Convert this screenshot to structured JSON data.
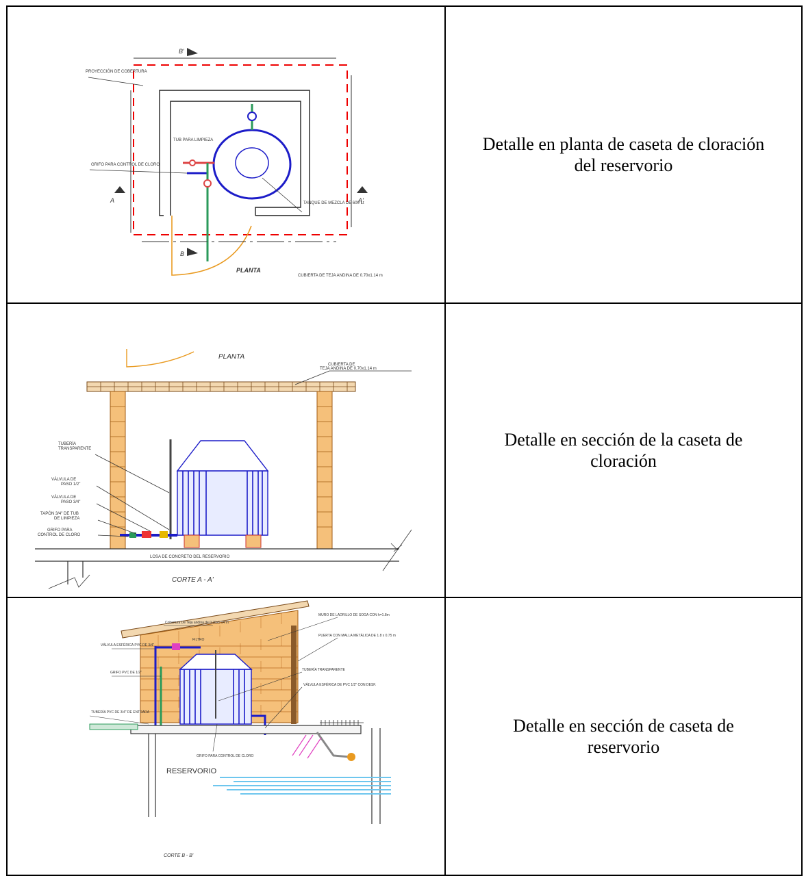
{
  "rows": [
    {
      "caption_line1": "Detalle en planta de caseta de cloración",
      "caption_line2": "del reservorio",
      "figure": {
        "title": "PLANTA",
        "labels": {
          "proyeccion": "PROYECCIÓN DE COBERTURA",
          "tub_limpieza": "TUB PARA LIMPIEZA",
          "grifo": "GRIFO PARA CONTROL DE CLORO",
          "tanque": "TANQUE DE MEZCLA DE 600 Lt",
          "cubierta": "CUBIERTA DE TEJA ANDINA DE 0.70x1.14 m",
          "cut_a": "A",
          "cut_a_prime": "A'",
          "cut_b": "B",
          "cut_b_prime": "B'"
        }
      }
    },
    {
      "caption_line1": "Detalle en sección de la caseta de",
      "caption_line2": "cloración",
      "figure": {
        "title_top": "PLANTA",
        "title": "CORTE A - A'",
        "labels": {
          "cubierta_1": "CUBIERTA DE",
          "cubierta_2": "TEJA ANDINA DE 0.70x1.14 m",
          "tuberia_1": "TUBERÍA",
          "tuberia_2": "TRANSPARENTE",
          "valvula_12_1": "VÁLVULA DE",
          "valvula_12_2": "PASO 1/2\"",
          "valvula_34_1": "VÁLVULA DE",
          "valvula_34_2": "PASO 3/4\"",
          "tapon_1": "TAPÓN 3/4\" DE TUB",
          "tapon_2": "DE LIMPIEZA",
          "grifo_1": "GRIFO PARA",
          "grifo_2": "CONTROL DE CLORO",
          "losa": "LOSA DE CONCRETO DEL RESERVORIO"
        }
      }
    },
    {
      "caption_line1": "Detalle en sección de caseta de",
      "caption_line2": "reservorio",
      "figure": {
        "title": "CORTE B - B'",
        "labels": {
          "reservorio": "RESERVORIO",
          "cobertura": "Cobertura De Teja andina de 0.70x1.14 m",
          "muro": "MURO DE LADRILLO DE SOGA CON h=1.8m",
          "puerta": "PUERTA CON MALLA METÁLICA DE 1.8 x 0.75 m",
          "tuberia": "TUBERÍA TRANSPARENTE",
          "valvula_esf": "VÁLVULA ESFÉRICA DE PVC 1/2\" CON DESF.",
          "valvula_esf2": "VÁLVULA ESFÉRICA PVC DE 3/4\"",
          "grifo_pvc": "GRIFO PVC DE 1/2\"",
          "tuberia_pvc": "TUBERÍA PVC DE 3/4\" DE ENTRADA",
          "grifo_control": "GRIFO PARA CONTROL DE CLORO",
          "filtro": "FILTRO"
        }
      }
    }
  ]
}
